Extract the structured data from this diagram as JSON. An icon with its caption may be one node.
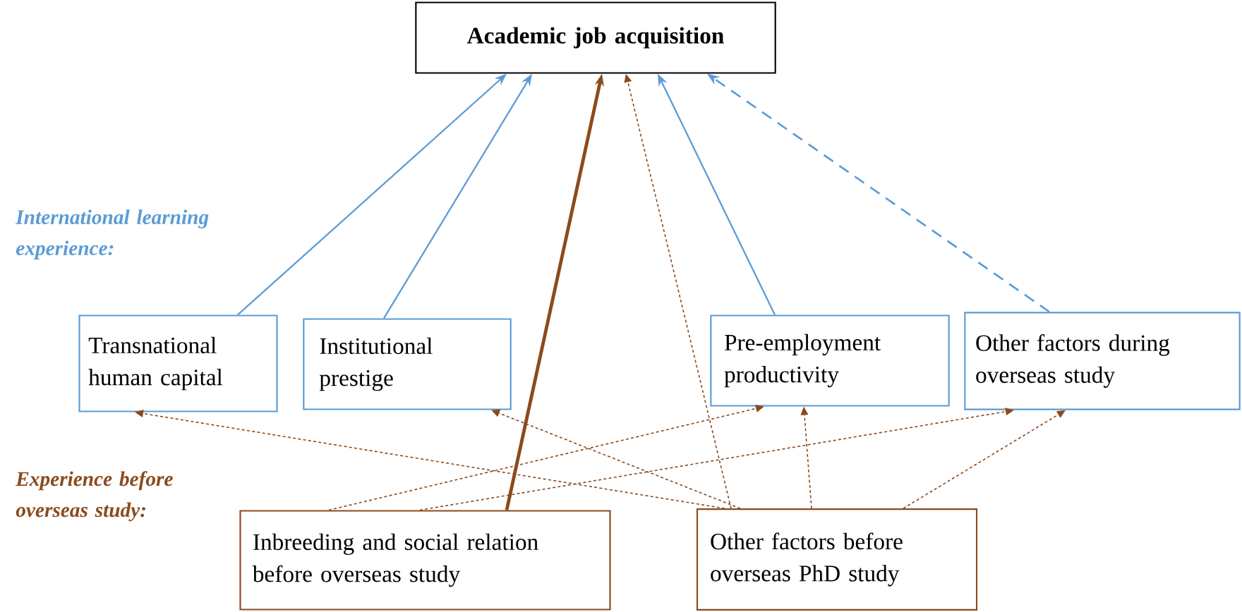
{
  "diagram": {
    "nodes": [
      {
        "text": [
          "Academic job acquisition"
        ]
      },
      {
        "text": [
          "Transnational human capital"
        ]
      },
      {
        "text": [
          "Institutional prestige"
        ]
      },
      {
        "text": [
          "Pre-employment productivity"
        ]
      },
      {
        "text": [
          "Other factors during overseas study"
        ]
      },
      {
        "text": [
          "Inbreeding and social relation before overseas study"
        ]
      },
      {
        "text": [
          "Other factors before overseas PhD study"
        ]
      }
    ],
    "edges": [
      {
        "from": 1,
        "to": 0,
        "arrow": "to",
        "color": "#5b9bd5"
      },
      {
        "from": 2,
        "to": 0,
        "arrow": "to",
        "color": "#5b9bd5"
      },
      {
        "from": 5,
        "to": 0,
        "arrow": "to",
        "style": "thick"
      },
      {
        "from": 6,
        "to": 0,
        "arrow": "to",
        "style": "dashed"
      },
      {
        "from": 3,
        "to": 0,
        "arrow": "to",
        "color": "#5b9bd5"
      },
      {
        "from": 4,
        "to": 0,
        "arrow": "to",
        "style": "dashed",
        "color": "#5b9bd5"
      },
      {
        "from": 6,
        "to": 1,
        "arrow": "to",
        "style": "dashed"
      },
      {
        "from": 6,
        "to": 2,
        "arrow": "to",
        "style": "dashed"
      },
      {
        "from": 5,
        "to": 3,
        "arrow": "to",
        "style": "dashed"
      },
      {
        "from": 6,
        "to": 3,
        "arrow": "to",
        "style": "dashed"
      },
      {
        "from": 5,
        "to": 4,
        "arrow": "to",
        "style": "dashed"
      },
      {
        "from": 6,
        "to": 4,
        "arrow": "to",
        "style": "dashed"
      }
    ],
    "labels": [
      "International learning experience:",
      "Experience before overseas study:"
    ]
  }
}
